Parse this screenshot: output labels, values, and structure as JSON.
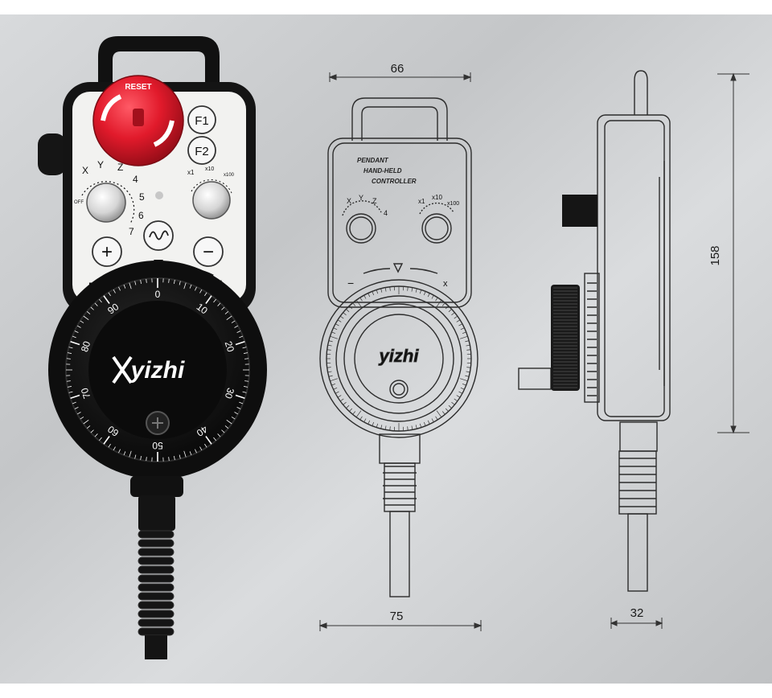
{
  "brand": "yizhi",
  "device": {
    "reset_text": "RESET",
    "buttons": {
      "f1": "F1",
      "f2": "F2",
      "plus": "+",
      "minus": "−"
    },
    "axis_labels": [
      "X",
      "Y",
      "Z",
      "4",
      "5",
      "6",
      "7"
    ],
    "axis_off_label": "OFF",
    "multiplier_labels": [
      "x1",
      "x10",
      "x100"
    ],
    "dir_minus": "−",
    "dir_plus": "+",
    "dial_numbers": [
      "0",
      "10",
      "20",
      "30",
      "40",
      "50",
      "60",
      "70",
      "80",
      "90"
    ]
  },
  "drawing": {
    "title_lines": [
      "PENDANT",
      "HAND-HELD",
      "CONTROLLER"
    ],
    "axis_labels": [
      "X",
      "Y",
      "Z",
      "4"
    ],
    "multiplier_labels": [
      "x1",
      "x10",
      "x100"
    ],
    "dir_minus": "−",
    "dir_plus": "x"
  },
  "dimensions": {
    "top_width": "66",
    "bottom_width": "75",
    "height": "158",
    "depth": "32"
  },
  "colors": {
    "background": "#cfd1d3",
    "estop_red": "#e11a2b",
    "body_black": "#121212",
    "panel_white": "#f2f2f0"
  }
}
